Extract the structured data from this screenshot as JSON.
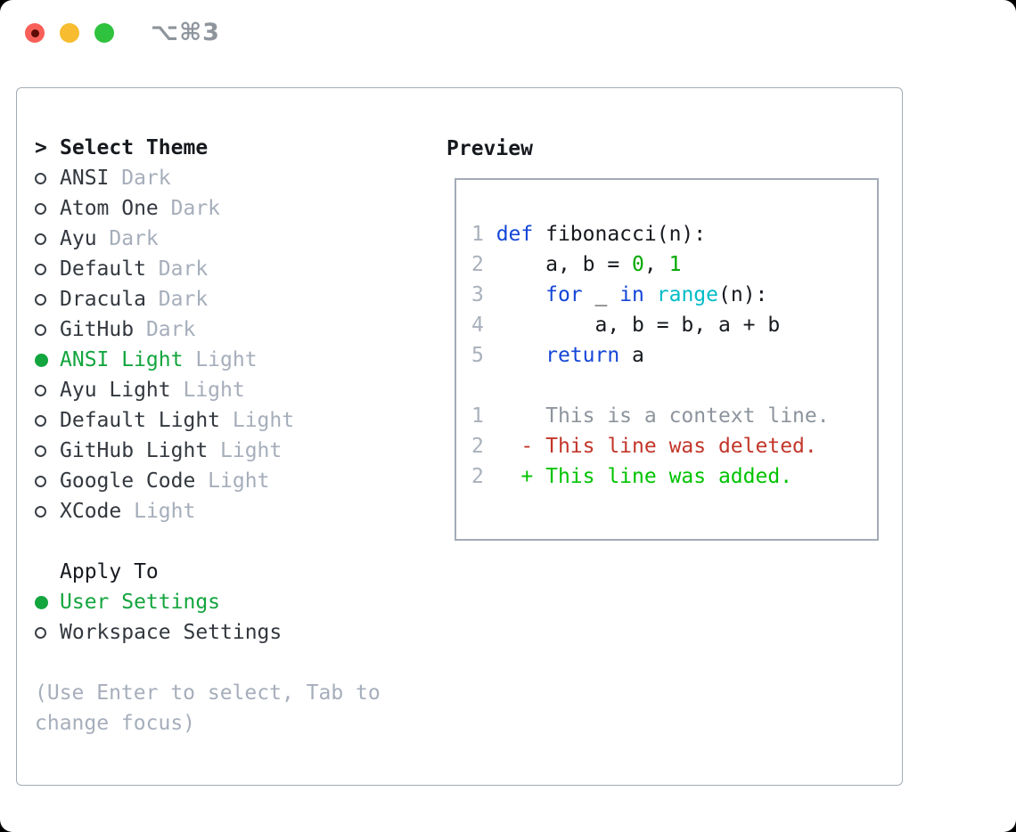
{
  "window": {
    "title": "⌥⌘3"
  },
  "traffic_lights": [
    {
      "name": "close",
      "color": "#f85f58",
      "has_dot": true
    },
    {
      "name": "minimize",
      "color": "#f7bc2f",
      "has_dot": false
    },
    {
      "name": "zoom",
      "color": "#2ec23e",
      "has_dot": false
    }
  ],
  "theme_panel": {
    "header": {
      "prefix": ">",
      "label": "Select Theme"
    },
    "items": [
      {
        "name": "ANSI",
        "variant": "Dark",
        "selected": false
      },
      {
        "name": "Atom One",
        "variant": "Dark",
        "selected": false
      },
      {
        "name": "Ayu",
        "variant": "Dark",
        "selected": false
      },
      {
        "name": "Default",
        "variant": "Dark",
        "selected": false
      },
      {
        "name": "Dracula",
        "variant": "Dark",
        "selected": false
      },
      {
        "name": "GitHub",
        "variant": "Dark",
        "selected": false
      },
      {
        "name": "ANSI Light",
        "variant": "Light",
        "selected": true
      },
      {
        "name": "Ayu Light",
        "variant": "Light",
        "selected": false
      },
      {
        "name": "Default Light",
        "variant": "Light",
        "selected": false
      },
      {
        "name": "GitHub Light",
        "variant": "Light",
        "selected": false
      },
      {
        "name": "Google Code",
        "variant": "Light",
        "selected": false
      },
      {
        "name": "XCode",
        "variant": "Light",
        "selected": false
      }
    ],
    "apply_to": {
      "label": "Apply To",
      "options": [
        {
          "label": "User Settings",
          "selected": true
        },
        {
          "label": "Workspace Settings",
          "selected": false
        }
      ]
    },
    "hint_lines": [
      "(Use Enter to select, Tab to",
      "change focus)"
    ]
  },
  "preview": {
    "label": "Preview",
    "code_lines": [
      {
        "num": "1",
        "name": "code-line-1",
        "tokens": [
          {
            "t": "def",
            "c": "kw"
          },
          {
            "t": " fibonacci(n):",
            "c": "fg"
          }
        ]
      },
      {
        "num": "2",
        "name": "code-line-2",
        "tokens": [
          {
            "t": "    a, b = ",
            "c": "fg"
          },
          {
            "t": "0",
            "c": "num"
          },
          {
            "t": ", ",
            "c": "fg"
          },
          {
            "t": "1",
            "c": "num"
          }
        ]
      },
      {
        "num": "3",
        "name": "code-line-3",
        "tokens": [
          {
            "t": "    ",
            "c": "fg"
          },
          {
            "t": "for",
            "c": "kw"
          },
          {
            "t": " _ ",
            "c": "fg"
          },
          {
            "t": "in",
            "c": "kw"
          },
          {
            "t": " ",
            "c": "fg"
          },
          {
            "t": "range",
            "c": "fn"
          },
          {
            "t": "(n):",
            "c": "fg"
          }
        ]
      },
      {
        "num": "4",
        "name": "code-line-4",
        "tokens": [
          {
            "t": "        a, b = b, a + b",
            "c": "fg"
          }
        ]
      },
      {
        "num": "5",
        "name": "code-line-5",
        "tokens": [
          {
            "t": "    ",
            "c": "fg"
          },
          {
            "t": "return",
            "c": "kw"
          },
          {
            "t": " a",
            "c": "fg"
          }
        ]
      },
      {
        "num": "",
        "name": "code-line-blank",
        "tokens": []
      },
      {
        "num": "1",
        "name": "diff-context-line",
        "tokens": [
          {
            "t": "    This is a context line.",
            "c": "ctx"
          }
        ]
      },
      {
        "num": "2",
        "name": "diff-deleted-line",
        "tokens": [
          {
            "t": "  - This line was deleted.",
            "c": "del"
          }
        ]
      },
      {
        "num": "2",
        "name": "diff-added-line",
        "tokens": [
          {
            "t": "  + This line was added.",
            "c": "add"
          }
        ]
      }
    ]
  },
  "colors": {
    "background_outside": "#000000",
    "window_bg": "#ffffff",
    "panel_border": "#a3abb7",
    "text_primary": "#16191e",
    "text_list": "#33383f",
    "text_muted": "#a6aebb",
    "context_gray": "#8d949d",
    "selected_green": "#13a53e",
    "added_green": "#00c300",
    "deleted_red": "#c2362a",
    "keyword_blue": "#1446d7",
    "function_cyan": "#00bcc8",
    "number_green": "#00a800",
    "line_number": "#a9b1bc",
    "title_gray": "#8e959d",
    "light_red": "#f85f58",
    "light_red_dot": "#5d0d05",
    "light_yellow": "#f7bc2f",
    "light_green": "#2ec23e"
  }
}
